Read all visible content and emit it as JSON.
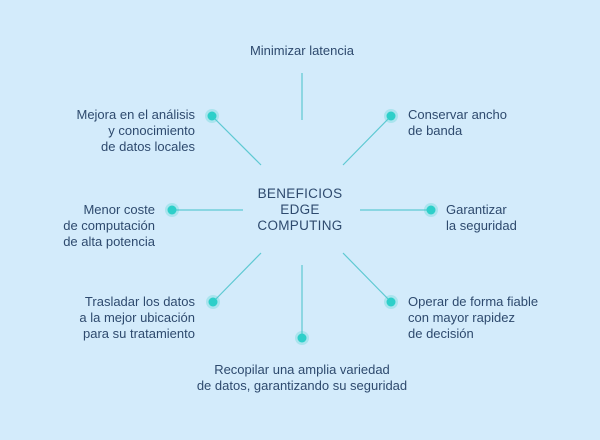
{
  "center": {
    "title": "BENEFICIOS\nEDGE\nCOMPUTING"
  },
  "benefits": [
    "Minimizar latencia",
    "Conservar ancho\nde banda",
    "Garantizar\nla seguridad",
    "Operar de forma fiable\ncon mayor rapidez\nde decisión",
    "Recopilar una amplia variedad\nde datos, garantizando su seguridad",
    "Trasladar los datos\na la mejor ubicación\npara su tratamiento",
    "Menor coste\nde computación\nde alta potencia",
    "Mejora en el análisis\ny conocimiento\nde datos locales"
  ],
  "colors": {
    "background": "#d3ebfb",
    "text": "#2e4a6e",
    "line": "#5ec9d2",
    "dot": "#2ecfc9"
  }
}
